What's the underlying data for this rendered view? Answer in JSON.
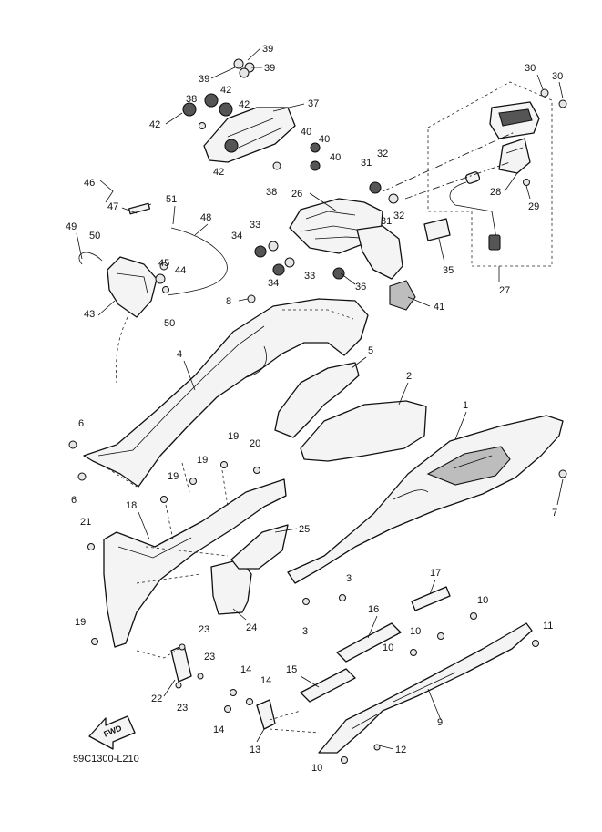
{
  "diagram": {
    "code": "59C1300-L210",
    "fwd_label": "FWD",
    "callouts": [
      {
        "id": "c39a",
        "label": "39"
      },
      {
        "id": "c39b",
        "label": "39"
      },
      {
        "id": "c39c",
        "label": "39"
      },
      {
        "id": "c42a",
        "label": "42"
      },
      {
        "id": "c42b",
        "label": "42"
      },
      {
        "id": "c42c",
        "label": "42"
      },
      {
        "id": "c42d",
        "label": "42"
      },
      {
        "id": "c38a",
        "label": "38"
      },
      {
        "id": "c38b",
        "label": "38"
      },
      {
        "id": "c37",
        "label": "37"
      },
      {
        "id": "c40a",
        "label": "40"
      },
      {
        "id": "c40b",
        "label": "40"
      },
      {
        "id": "c40c",
        "label": "40"
      },
      {
        "id": "c30a",
        "label": "30"
      },
      {
        "id": "c30b",
        "label": "30"
      },
      {
        "id": "c31a",
        "label": "31"
      },
      {
        "id": "c31b",
        "label": "31"
      },
      {
        "id": "c32a",
        "label": "32"
      },
      {
        "id": "c32b",
        "label": "32"
      },
      {
        "id": "c28",
        "label": "28"
      },
      {
        "id": "c29",
        "label": "29"
      },
      {
        "id": "c26",
        "label": "26"
      },
      {
        "id": "c27",
        "label": "27"
      },
      {
        "id": "c33a",
        "label": "33"
      },
      {
        "id": "c33b",
        "label": "33"
      },
      {
        "id": "c34a",
        "label": "34"
      },
      {
        "id": "c34b",
        "label": "34"
      },
      {
        "id": "c35",
        "label": "35"
      },
      {
        "id": "c36",
        "label": "36"
      },
      {
        "id": "c41",
        "label": "41"
      },
      {
        "id": "c46",
        "label": "46"
      },
      {
        "id": "c47",
        "label": "47"
      },
      {
        "id": "c48",
        "label": "48"
      },
      {
        "id": "c49",
        "label": "49"
      },
      {
        "id": "c50a",
        "label": "50"
      },
      {
        "id": "c50b",
        "label": "50"
      },
      {
        "id": "c51",
        "label": "51"
      },
      {
        "id": "c43",
        "label": "43"
      },
      {
        "id": "c44",
        "label": "44"
      },
      {
        "id": "c45",
        "label": "45"
      },
      {
        "id": "c8",
        "label": "8"
      },
      {
        "id": "c1",
        "label": "1"
      },
      {
        "id": "c2",
        "label": "2"
      },
      {
        "id": "c4",
        "label": "4"
      },
      {
        "id": "c5",
        "label": "5"
      },
      {
        "id": "c6a",
        "label": "6"
      },
      {
        "id": "c6b",
        "label": "6"
      },
      {
        "id": "c7",
        "label": "7"
      },
      {
        "id": "c19a",
        "label": "19"
      },
      {
        "id": "c19b",
        "label": "19"
      },
      {
        "id": "c19c",
        "label": "19"
      },
      {
        "id": "c19d",
        "label": "19"
      },
      {
        "id": "c20",
        "label": "20"
      },
      {
        "id": "c21",
        "label": "21"
      },
      {
        "id": "c18",
        "label": "18"
      },
      {
        "id": "c25",
        "label": "25"
      },
      {
        "id": "c24",
        "label": "24"
      },
      {
        "id": "c3a",
        "label": "3"
      },
      {
        "id": "c3b",
        "label": "3"
      },
      {
        "id": "c16",
        "label": "16"
      },
      {
        "id": "c17",
        "label": "17"
      },
      {
        "id": "c10a",
        "label": "10"
      },
      {
        "id": "c10b",
        "label": "10"
      },
      {
        "id": "c10c",
        "label": "10"
      },
      {
        "id": "c10d",
        "label": "10"
      },
      {
        "id": "c11",
        "label": "11"
      },
      {
        "id": "c9",
        "label": "9"
      },
      {
        "id": "c15",
        "label": "15"
      },
      {
        "id": "c14a",
        "label": "14"
      },
      {
        "id": "c14b",
        "label": "14"
      },
      {
        "id": "c14c",
        "label": "14"
      },
      {
        "id": "c13",
        "label": "13"
      },
      {
        "id": "c12",
        "label": "12"
      },
      {
        "id": "c22",
        "label": "22"
      },
      {
        "id": "c23a",
        "label": "23"
      },
      {
        "id": "c23b",
        "label": "23"
      },
      {
        "id": "c23c",
        "label": "23"
      }
    ]
  }
}
